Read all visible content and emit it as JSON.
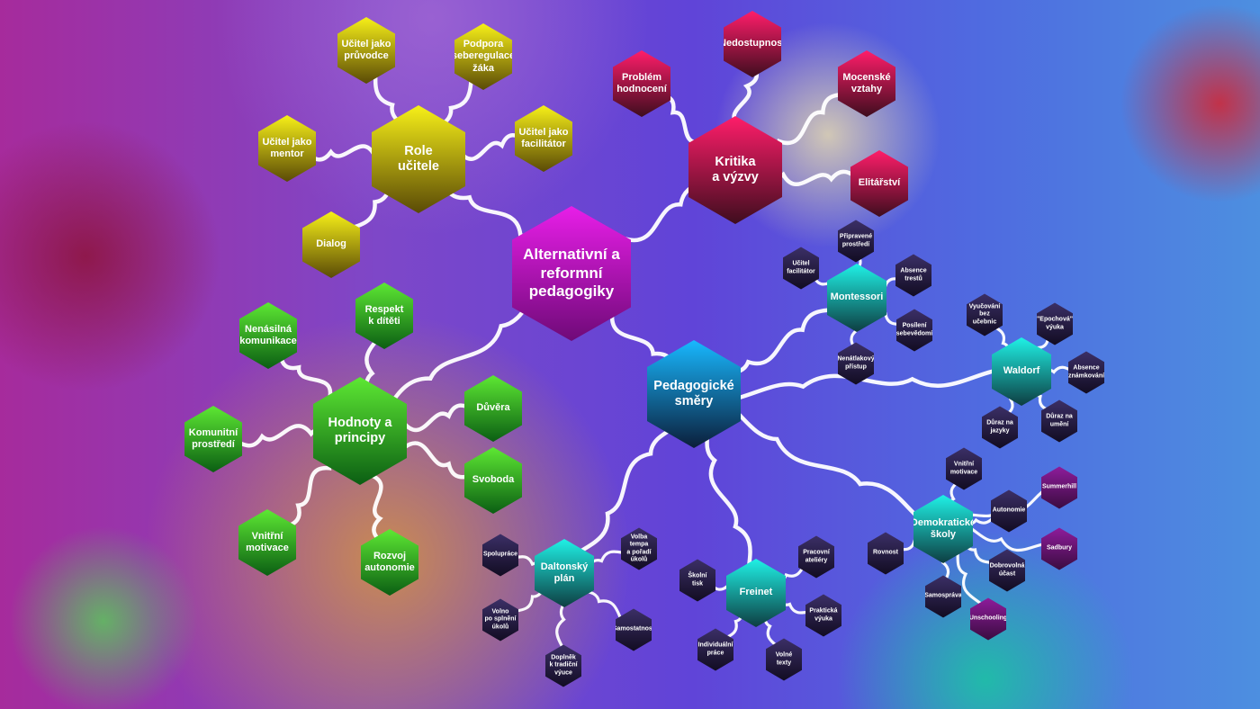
{
  "diagram": {
    "center": {
      "label": "Alternativní a\nreformní\npedagogiky"
    },
    "branches": [
      {
        "key": "role",
        "label": "Role\nučitele",
        "children": [
          "Učitel jako\nprůvodce",
          "Podpora\nseberegulace\nžáka",
          "Učitel jako\nfacilitátor",
          "Učitel jako\nmentor",
          "Dialog"
        ]
      },
      {
        "key": "critique",
        "label": "Kritika\na výzvy",
        "children": [
          "Problém\nhodnocení",
          "Nedostupnost",
          "Mocenské\nvztahy",
          "Elitářství"
        ]
      },
      {
        "key": "values",
        "label": "Hodnoty a\nprincipy",
        "children": [
          "Respekt\nk dítěti",
          "Nenásilná\nkomunikace",
          "Komunitní\nprostředí",
          "Důvěra",
          "Svoboda",
          "Vnitřní\nmotivace",
          "Rozvoj\nautonomie"
        ]
      },
      {
        "key": "directions",
        "label": "Pedagogické\nsměry",
        "schools": [
          {
            "key": "montessori",
            "label": "Montessori",
            "children": [
              "Připravené\nprostředí",
              "Učitel\nfacilitátor",
              "Absence\ntrestů",
              "Posílení\nsebevědomí",
              "Nenátlakový\npřístup"
            ]
          },
          {
            "key": "waldorf",
            "label": "Waldorf",
            "children": [
              "Vyučování\nbez učebnic",
              "\"Epochová\"\nvýuka",
              "Absence\nznámkování",
              "Důraz na\njazyky",
              "Důraz na\numění"
            ]
          },
          {
            "key": "democratic",
            "label": "Demokratické\nškoly",
            "children": [
              "Vnitřní\nmotivace",
              "Summerhill",
              "Autonomie",
              "Rovnost",
              "Sadbury",
              "Dobrovolná\núčast",
              "Samospráva",
              "Unschooling"
            ]
          },
          {
            "key": "freinet",
            "label": "Freinet",
            "children": [
              "Pracovní\nateliéry",
              "Školní\ntisk",
              "Praktická\nvýuka",
              "Individuální\npráce",
              "Volné\ntexty"
            ]
          },
          {
            "key": "dalton",
            "label": "Daltonský\nplán",
            "children": [
              "Volba tempa\na pořadí\núkolů",
              "Spolupráce",
              "Volno\npo splnění\núkolů",
              "Samostatnost",
              "Doplněk\nk tradiční\nvýuce"
            ]
          }
        ]
      }
    ]
  },
  "colors": {
    "center": "#d718d8",
    "critique": "#e41a5e",
    "role": "#d8cf16",
    "values": "#3ec82a",
    "directions": "#1a9ad8",
    "schools": "#18d6d0",
    "leaf_dark": "#231a40",
    "leaf_purple": "#6f167a",
    "connector": "#ffffff"
  }
}
